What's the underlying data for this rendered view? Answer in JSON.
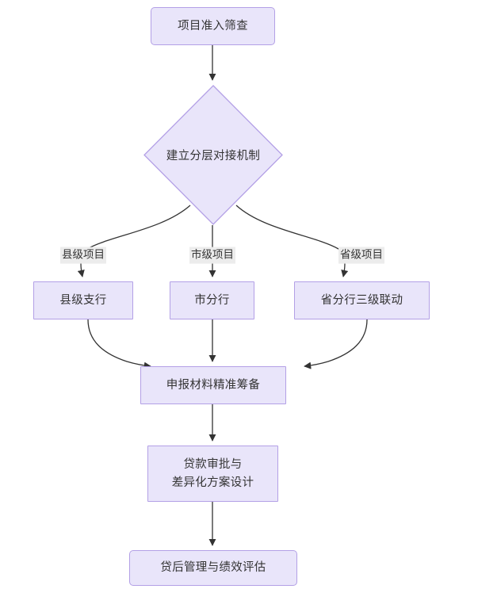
{
  "diagram": {
    "type": "flowchart",
    "direction": "top-to-bottom",
    "title": "",
    "colors": {
      "node_fill": "#e9e5fa",
      "node_border": "#b3a0e6",
      "node_text": "#333333",
      "edge_stroke": "#333333",
      "edge_label_bg": "#ececec",
      "canvas_bg": "#ffffff"
    },
    "nodes": [
      {
        "id": "n1",
        "label": "项目准入筛查",
        "shape": "rounded-rectangle"
      },
      {
        "id": "n2",
        "label": "建立分层对接机制",
        "shape": "diamond"
      },
      {
        "id": "n3",
        "label": "县级支行",
        "shape": "rectangle"
      },
      {
        "id": "n4",
        "label": "市分行",
        "shape": "rectangle"
      },
      {
        "id": "n5",
        "label": "省分行三级联动",
        "shape": "rectangle"
      },
      {
        "id": "n6",
        "label": "申报材料精准筹备",
        "shape": "rectangle"
      },
      {
        "id": "n7",
        "label": "贷款审批与\n差异化方案设计",
        "shape": "rectangle"
      },
      {
        "id": "n8",
        "label": "贷后管理与绩效评估",
        "shape": "rounded-rectangle"
      }
    ],
    "edges": [
      {
        "from": "n1",
        "to": "n2",
        "label": ""
      },
      {
        "from": "n2",
        "to": "n3",
        "label": "县级项目"
      },
      {
        "from": "n2",
        "to": "n4",
        "label": "市级项目"
      },
      {
        "from": "n2",
        "to": "n5",
        "label": "省级项目"
      },
      {
        "from": "n3",
        "to": "n6",
        "label": ""
      },
      {
        "from": "n4",
        "to": "n6",
        "label": ""
      },
      {
        "from": "n5",
        "to": "n6",
        "label": ""
      },
      {
        "from": "n6",
        "to": "n7",
        "label": ""
      },
      {
        "from": "n7",
        "to": "n8",
        "label": ""
      }
    ],
    "edge_labels": {
      "county": "县级项目",
      "city": "市级项目",
      "province": "省级项目"
    }
  }
}
